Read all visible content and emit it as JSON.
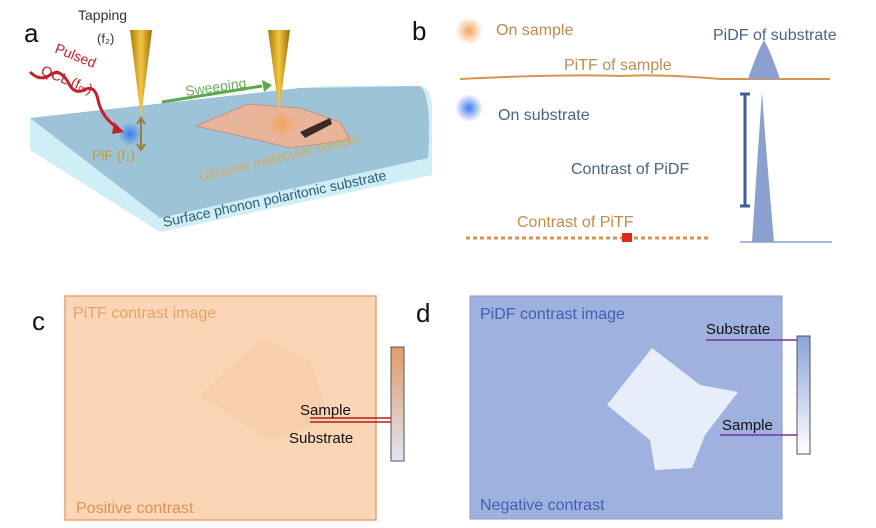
{
  "panels": {
    "a": {
      "label": "a",
      "tapping": "Tapping",
      "tapping_freq": "(f₂)",
      "pulsed": "Pulsed",
      "qcl": "QCL (fₘ)",
      "sweeping": "Sweeping",
      "pif": "PiF (f₁)",
      "sample_label": "Ultrathin molecular sample",
      "substrate_label": "Surface phonon polaritonic substrate"
    },
    "b": {
      "label": "b",
      "on_sample": "On sample",
      "pidf_substrate": "PiDF of substrate",
      "pitf_sample": "PiTF of sample",
      "on_substrate": "On substrate",
      "contrast_pidf": "Contrast of PiDF",
      "contrast_pitf": "Contrast of PiTF"
    },
    "c": {
      "label": "c",
      "title": "PiTF contrast image",
      "footer": "Positive contrast",
      "sample": "Sample",
      "substrate": "Substrate"
    },
    "d": {
      "label": "d",
      "title": "PiDF contrast image",
      "footer": "Negative contrast",
      "substrate": "Substrate",
      "sample": "Sample"
    }
  },
  "colors": {
    "orange_text": "#d9934f",
    "blue_text": "#4a6e9a",
    "c_fill": "#fbd6b6",
    "d_fill": "#9fb2df"
  }
}
